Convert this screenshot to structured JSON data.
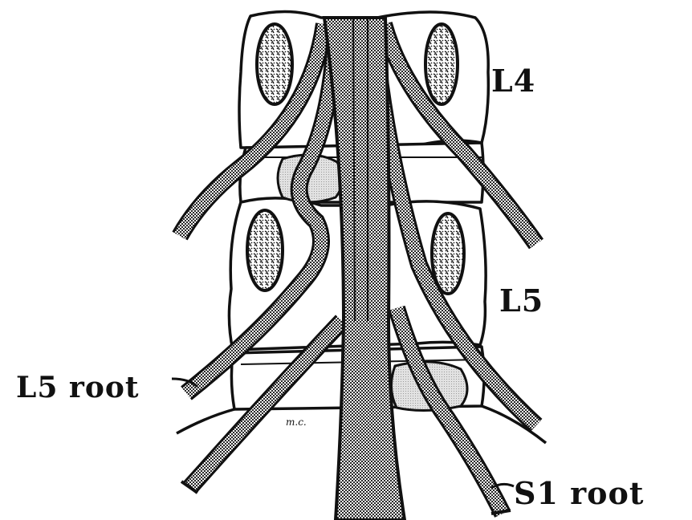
{
  "labels": {
    "l4": "L4",
    "l5": "L5",
    "l5_root": "L5 root",
    "s1_root": "S1 root"
  },
  "signature": "m.c.",
  "colors": {
    "ink": "#111111",
    "background": "#ffffff",
    "disc_fill": "#d4d4d4",
    "nerve_dots": "#1a1a1a"
  }
}
